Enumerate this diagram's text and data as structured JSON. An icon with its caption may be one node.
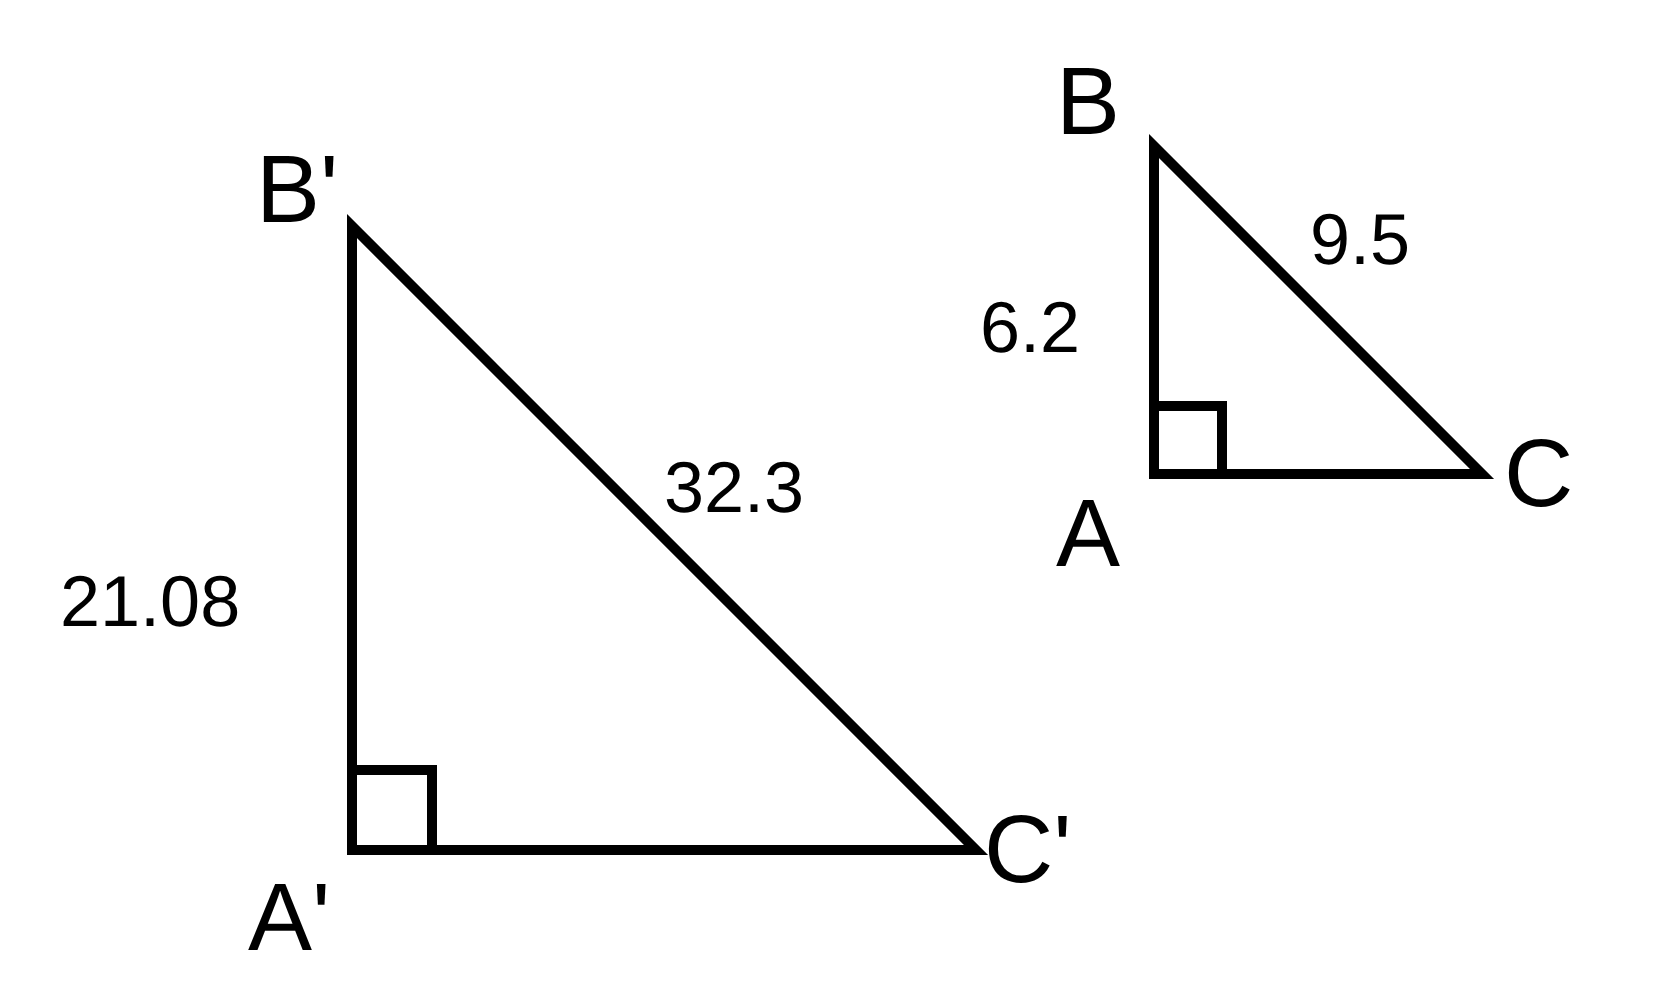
{
  "diagram": {
    "labels": [
      "B'",
      "21.08",
      "32.3",
      "A'",
      "C'",
      "B",
      "6.2",
      "9.5",
      "A",
      "C"
    ]
  }
}
